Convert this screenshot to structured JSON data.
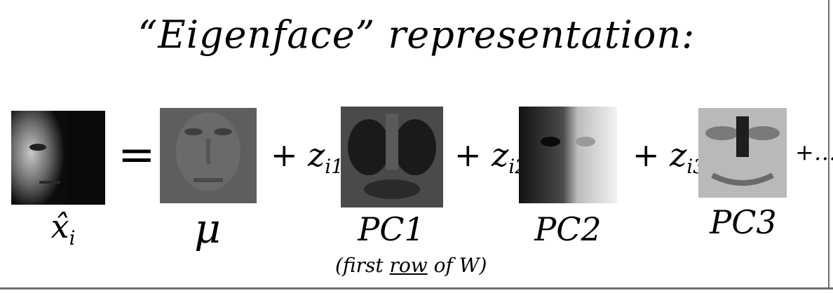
{
  "title": "“Eigenface” representation:",
  "equation": {
    "equals": "=",
    "plus_z1": "+ z",
    "sub1": "i1",
    "plus_z2": "+ z",
    "sub2": "i2",
    "plus_z3": "+ z",
    "sub3": "i3",
    "ellipsis": "+…"
  },
  "labels": {
    "xhat": "x̂",
    "xhat_sub": "i",
    "mu": "μ",
    "pc1": "PC1",
    "pc2": "PC2",
    "pc3": "PC3",
    "pc1_note_prefix": "(first ",
    "pc1_note_row": "row",
    "pc1_note_suffix": " of W)"
  }
}
